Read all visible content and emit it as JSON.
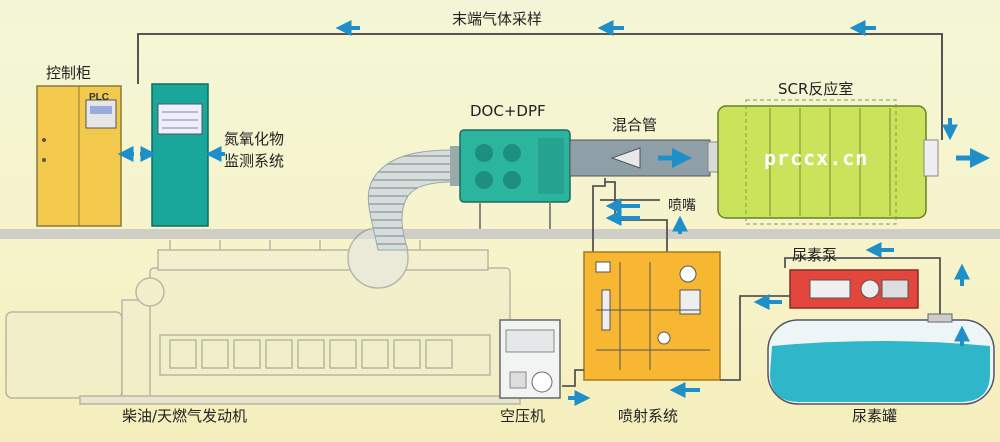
{
  "labels": {
    "sampling": "末端气体采样",
    "control_cabinet": "控制柜",
    "plc": "PLC",
    "nox_monitor_line1": "氮氧化物",
    "nox_monitor_line2": "监测系统",
    "doc_dpf": "DOC+DPF",
    "mixing_pipe": "混合管",
    "scr_reactor": "SCR反应室",
    "nozzle": "喷嘴",
    "urea_pump": "尿素泵",
    "engine": "柴油/天燃气发动机",
    "air_compressor": "空压机",
    "injection_system": "喷射系统",
    "urea_tank": "尿素罐"
  },
  "watermark": "prccx.cn",
  "colors": {
    "arrow": "#1f8fc9",
    "cabinet_yellow": "#f2c94c",
    "monitor_teal": "#1aa79b",
    "doc_teal": "#2bb59f",
    "scr_green": "#c9e45a",
    "injection_orange": "#f7b733",
    "pump_red": "#e2463d",
    "urea_liquid": "#2fb6c9"
  }
}
